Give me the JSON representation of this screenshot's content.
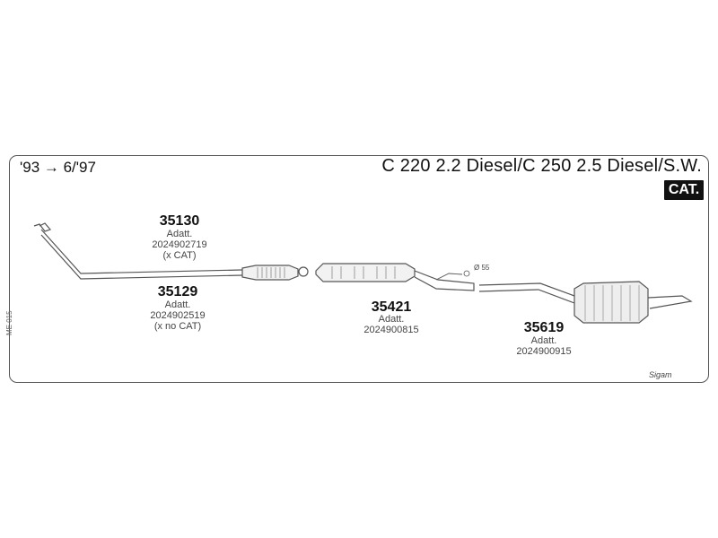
{
  "header": {
    "years": "'93 → 6/'97",
    "title": "C 220 2.2 Diesel/C 250 2.5 Diesel/S.W.",
    "badge": "CAT."
  },
  "parts": [
    {
      "number": "35130",
      "lines": [
        "Adatt.",
        "2024902719",
        "(x CAT)"
      ]
    },
    {
      "number": "35129",
      "lines": [
        "Adatt.",
        "2024902519",
        "(x no CAT)"
      ]
    },
    {
      "number": "35421",
      "lines": [
        "Adatt.",
        "2024900815"
      ]
    },
    {
      "number": "35619",
      "lines": [
        "Adatt.",
        "2024900915"
      ]
    }
  ],
  "diameter_label": "Ø 55",
  "side_code": "ME 015",
  "brand": "Sigam"
}
